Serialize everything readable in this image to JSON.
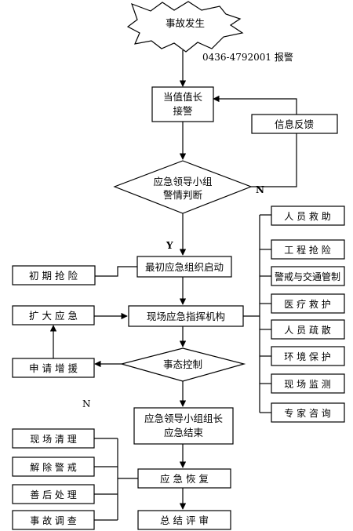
{
  "start": {
    "label": "事故发生"
  },
  "phone": {
    "text": "0436-4792001 报警"
  },
  "receive": {
    "line1": "当值值长",
    "line2": "接警"
  },
  "feedback": {
    "label": "信息反馈"
  },
  "judge": {
    "line1": "应急领导小组",
    "line2": "警情判断"
  },
  "branch_n_top": "N",
  "branch_y": "Y",
  "initial": {
    "label": "最初应急组织启动"
  },
  "first_rescue": {
    "label": "初 期 抢 险"
  },
  "command": {
    "label": "现场应急指挥机构"
  },
  "expand": {
    "label": "扩 大 应 急"
  },
  "situation": {
    "label": "事态控制"
  },
  "request": {
    "label": "申 请 增 援"
  },
  "branch_n_bottom": "N",
  "end_lead": {
    "line1": "应急领导小组组长",
    "line2": "应急结束"
  },
  "recover": {
    "label": "应 急 恢 复"
  },
  "summary": {
    "label": "总 结 评 审"
  },
  "right_list": [
    "人 员 救 助",
    "工 程 抢 险",
    "警戒与交通管制",
    "医 疗 救 护",
    "人 员 疏 散",
    "环 境 保 护",
    "现 场 监 测",
    "专 家 咨 询"
  ],
  "left_list": [
    "现 场 清 理",
    "解 除 警 戒",
    "善 后 处 理",
    "事 故 调 查"
  ]
}
